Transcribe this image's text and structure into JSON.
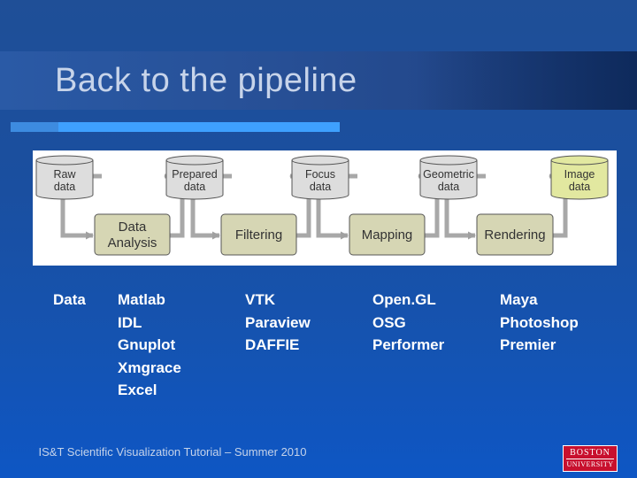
{
  "slide": {
    "title": "Back to the pipeline",
    "footer": "IS&T Scientific Visualization Tutorial – Summer 2010",
    "logo": {
      "line1": "BOSTON",
      "line2": "UNIVERSITY"
    }
  },
  "diagram": {
    "data_nodes": [
      {
        "lines": [
          "Raw",
          "data"
        ]
      },
      {
        "lines": [
          "Prepared",
          "data"
        ]
      },
      {
        "lines": [
          "Focus",
          "data"
        ]
      },
      {
        "lines": [
          "Geometric",
          "data"
        ]
      },
      {
        "lines": [
          "Image",
          "data"
        ]
      }
    ],
    "process_nodes": [
      {
        "lines": [
          "Data",
          "Analysis"
        ]
      },
      {
        "lines": [
          "Filtering"
        ]
      },
      {
        "lines": [
          "Mapping"
        ]
      },
      {
        "lines": [
          "Rendering"
        ]
      }
    ]
  },
  "columns": [
    {
      "items": [
        "Data"
      ]
    },
    {
      "items": [
        "Matlab",
        "IDL",
        "Gnuplot",
        "Xmgrace",
        "Excel"
      ]
    },
    {
      "items": [
        "VTK",
        "Paraview",
        "DAFFIE"
      ]
    },
    {
      "items": [
        "Open.GL",
        "OSG",
        "Performer"
      ]
    },
    {
      "items": [
        "Maya",
        "Photoshop",
        "Premier"
      ]
    }
  ],
  "colors": {
    "data_node": "#dddddd",
    "image_node": "#e2e8a0",
    "process_node": "#d6d6b4",
    "rule": "#3ea0ff"
  }
}
